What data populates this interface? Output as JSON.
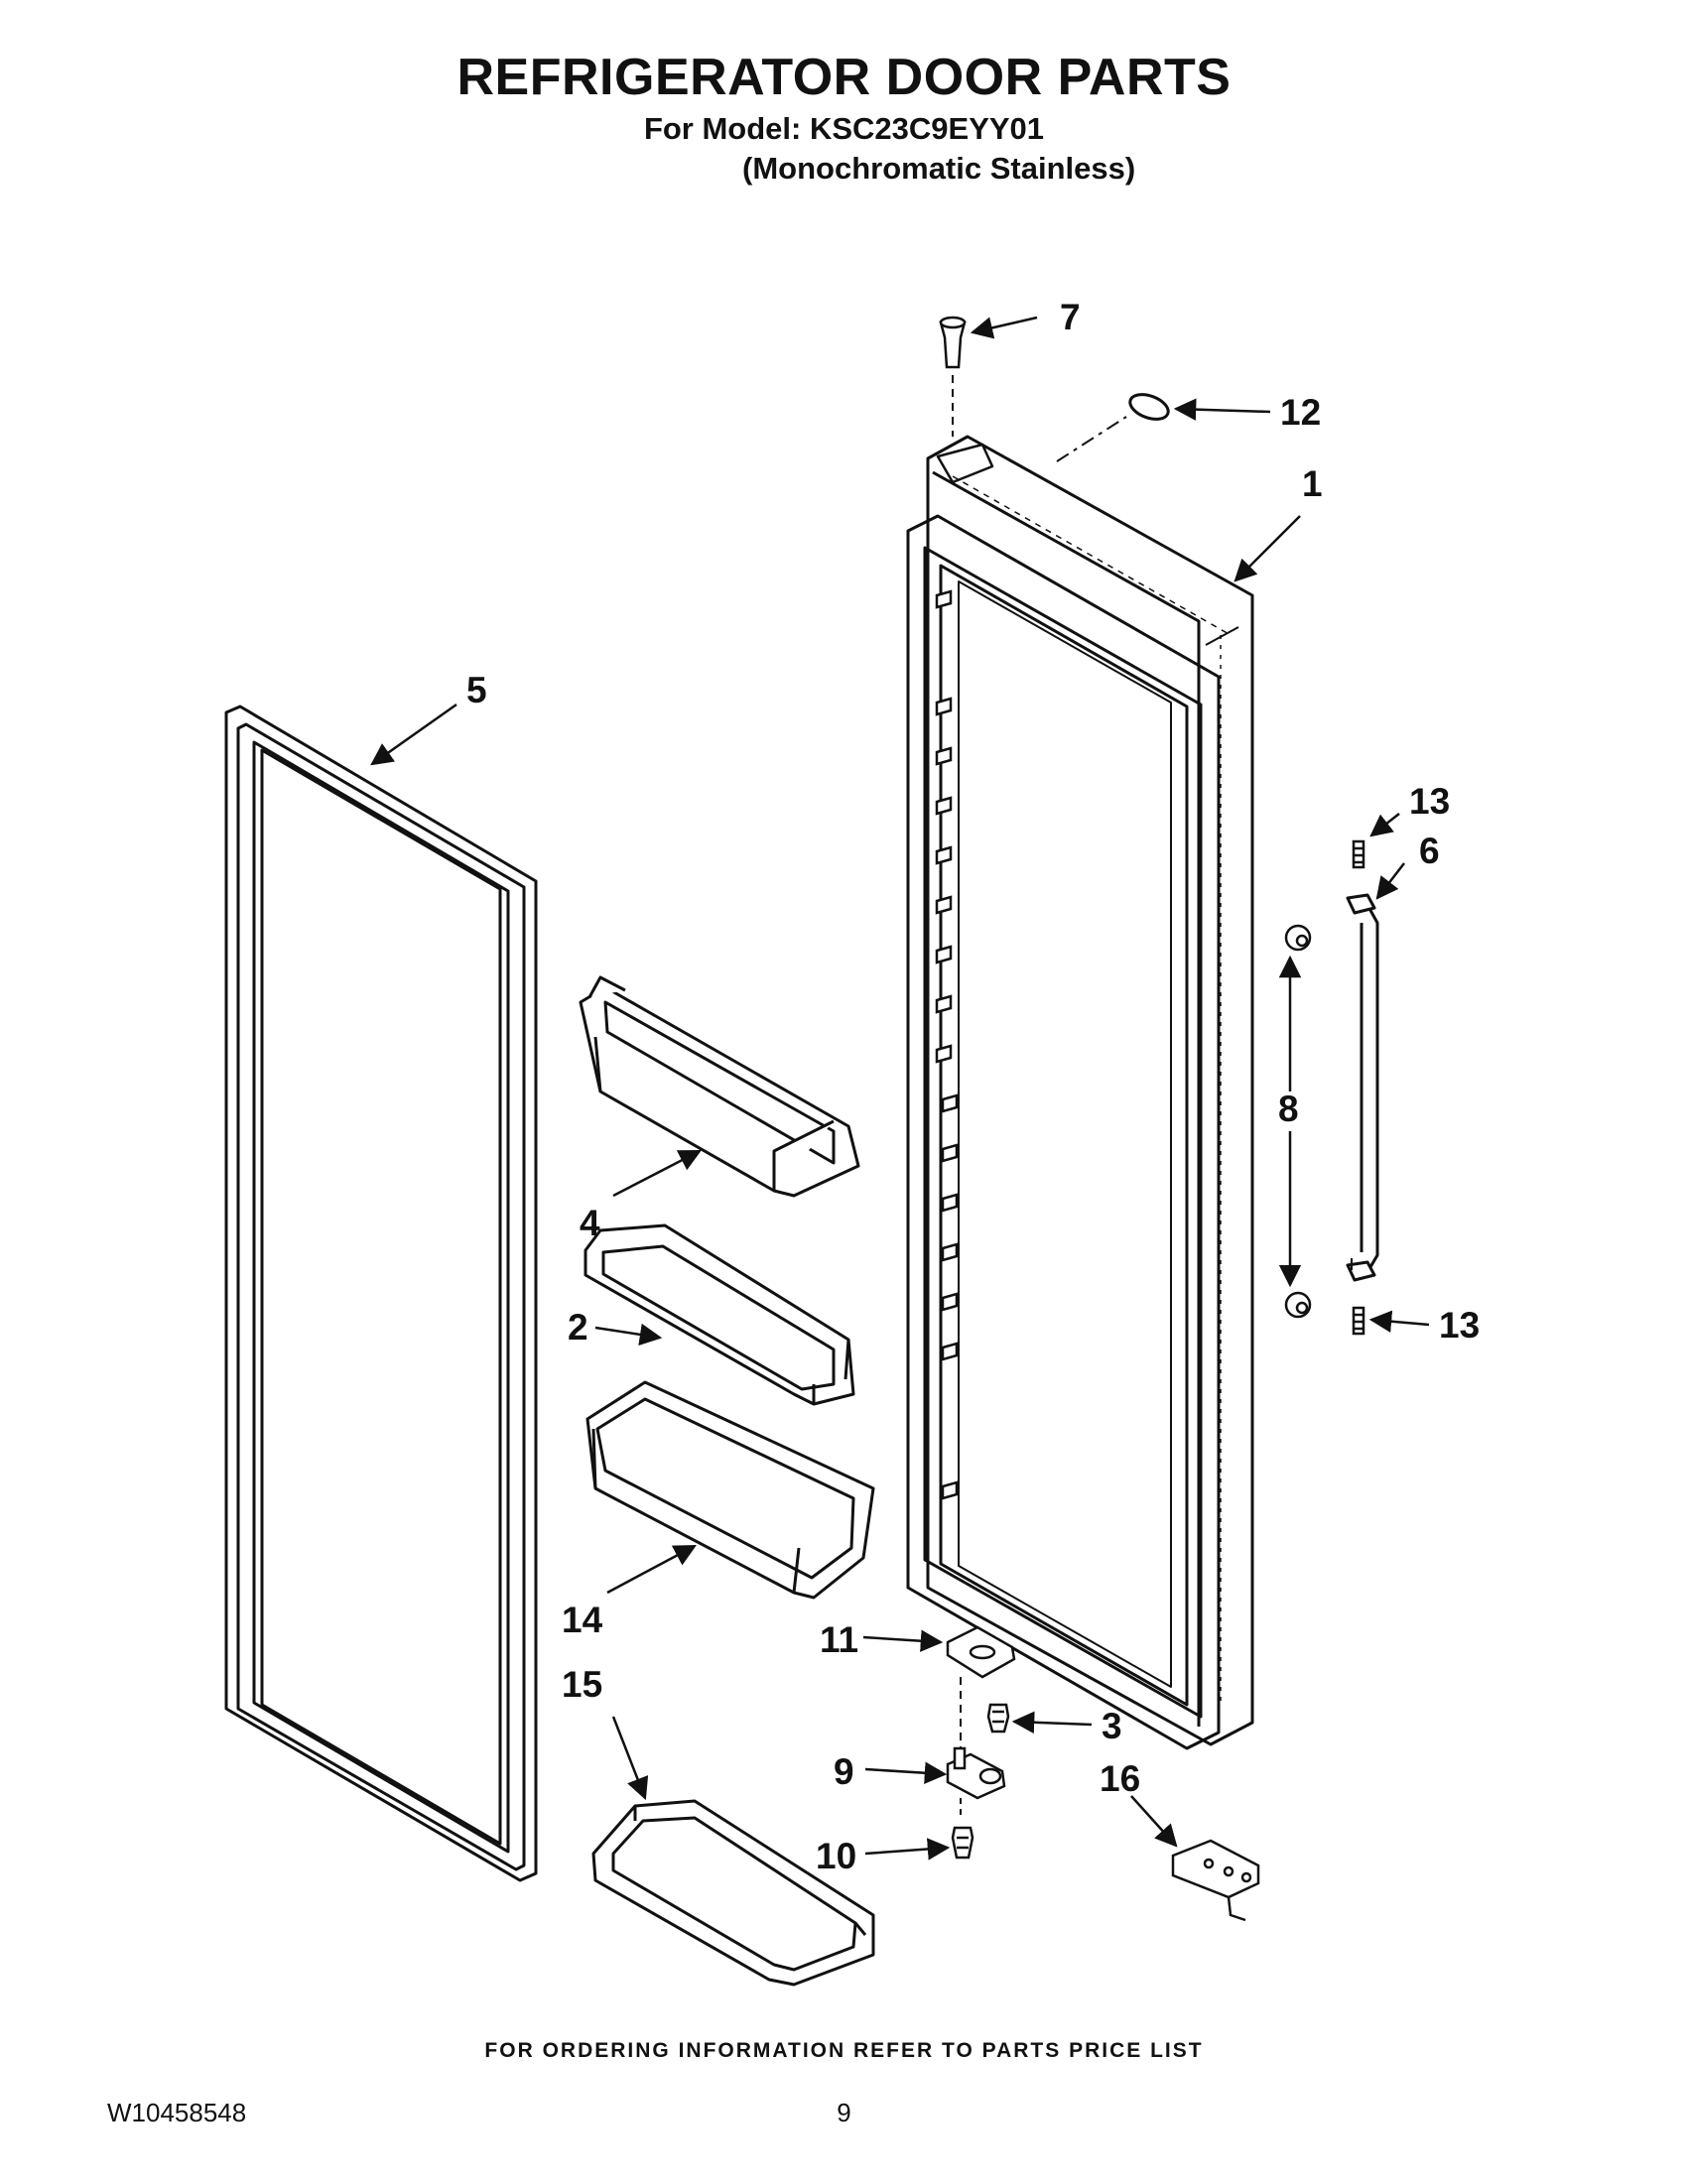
{
  "header": {
    "title": "REFRIGERATOR DOOR PARTS",
    "model_line": "For Model: KSC23C9EYY01",
    "finish_line": "(Monochromatic Stainless)"
  },
  "callouts": {
    "c1": "1",
    "c2": "2",
    "c3": "3",
    "c4": "4",
    "c5": "5",
    "c6": "6",
    "c7": "7",
    "c8": "8",
    "c9": "9",
    "c10": "10",
    "c11": "11",
    "c12": "12",
    "c13a": "13",
    "c13b": "13",
    "c14": "14",
    "c15": "15",
    "c16": "16"
  },
  "footer": {
    "ordering_note": "FOR ORDERING INFORMATION REFER TO PARTS PRICE LIST",
    "document_number": "W10458548",
    "page_number": "9"
  }
}
